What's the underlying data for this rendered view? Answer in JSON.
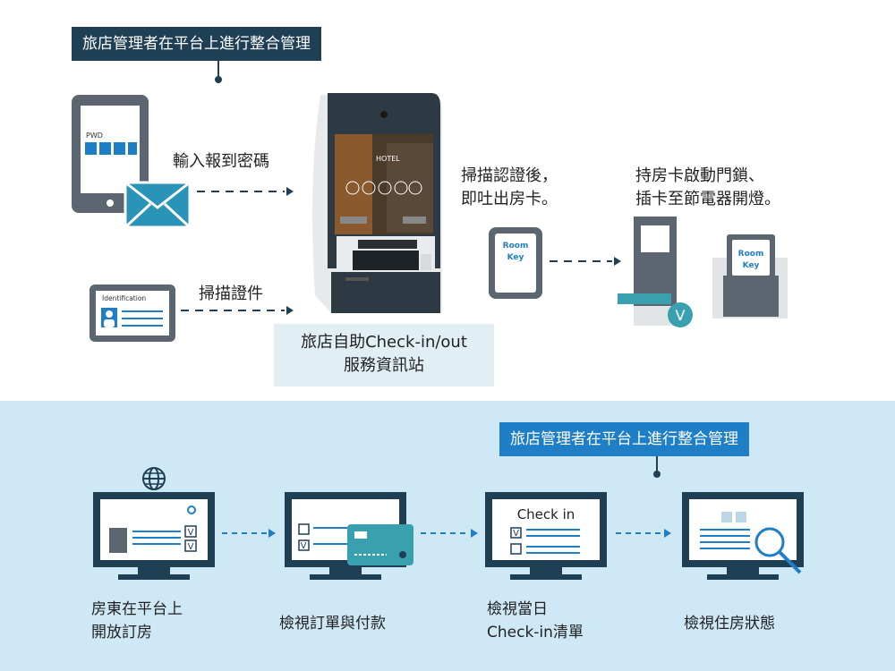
{
  "colors": {
    "dark_navy": "#1f3f55",
    "accent_blue": "#1e7fc6",
    "teal": "#39a0b0",
    "band_bg": "#cfe8f6"
  },
  "top": {
    "manager_label": "旅店管理者在平台上進行整合管理",
    "phone_pwd": "PWD",
    "enter_code": "輸入報到密碼",
    "id_card_label": "Identification",
    "scan_id": "掃描證件",
    "kiosk_caption_line1": "旅店自助Check-in/out",
    "kiosk_caption_line2": "服務資訊站",
    "kiosk_brand": "HOTEL",
    "scan_issue_line1": "掃描認證後，",
    "scan_issue_line2": "即吐出房卡。",
    "room_key_line1": "Room",
    "room_key_line2": "Key",
    "unlock_line1": "持房卡啟動門鎖、",
    "unlock_line2": "插卡至節電器開燈。",
    "verify_mark": "V"
  },
  "bottom": {
    "manager_label": "旅店管理者在平台上進行整合管理",
    "checkbox_mark": "V",
    "checkin_screen_title": "Check in",
    "steps": [
      {
        "line1": "房東在平台上",
        "line2": "開放訂房"
      },
      {
        "line1": "檢視訂單與付款",
        "line2": ""
      },
      {
        "line1": "檢視當日",
        "line2": "Check-in清單"
      },
      {
        "line1": "檢視住房狀態",
        "line2": ""
      }
    ]
  }
}
